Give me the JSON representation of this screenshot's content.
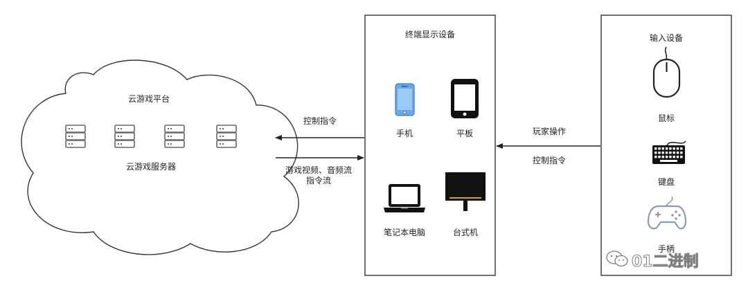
{
  "cloud": {
    "title": "云游戏平台",
    "servers_label": "云游戏服务器"
  },
  "arrows": {
    "control_left": "控制指令",
    "stream_line1": "游戏视频、音频流",
    "stream_line2": "指令流",
    "player_op": "玩家操作",
    "control_right": "控制指令"
  },
  "display_box": {
    "title": "终端显示设备",
    "devices": [
      {
        "label": "手机",
        "icon": "mobile-phone-icon"
      },
      {
        "label": "平板",
        "icon": "tablet-icon"
      },
      {
        "label": "笔记本电脑",
        "icon": "laptop-icon"
      },
      {
        "label": "台式机",
        "icon": "desktop-monitor-icon"
      }
    ]
  },
  "input_box": {
    "title": "输入设备",
    "devices": [
      {
        "label": "鼠标",
        "icon": "mouse-icon"
      },
      {
        "label": "键盘",
        "icon": "keyboard-icon"
      },
      {
        "label": "手柄",
        "icon": "gamepad-icon"
      }
    ]
  },
  "watermark": {
    "text": "01二进制",
    "icon": "wechat-logo-icon"
  }
}
